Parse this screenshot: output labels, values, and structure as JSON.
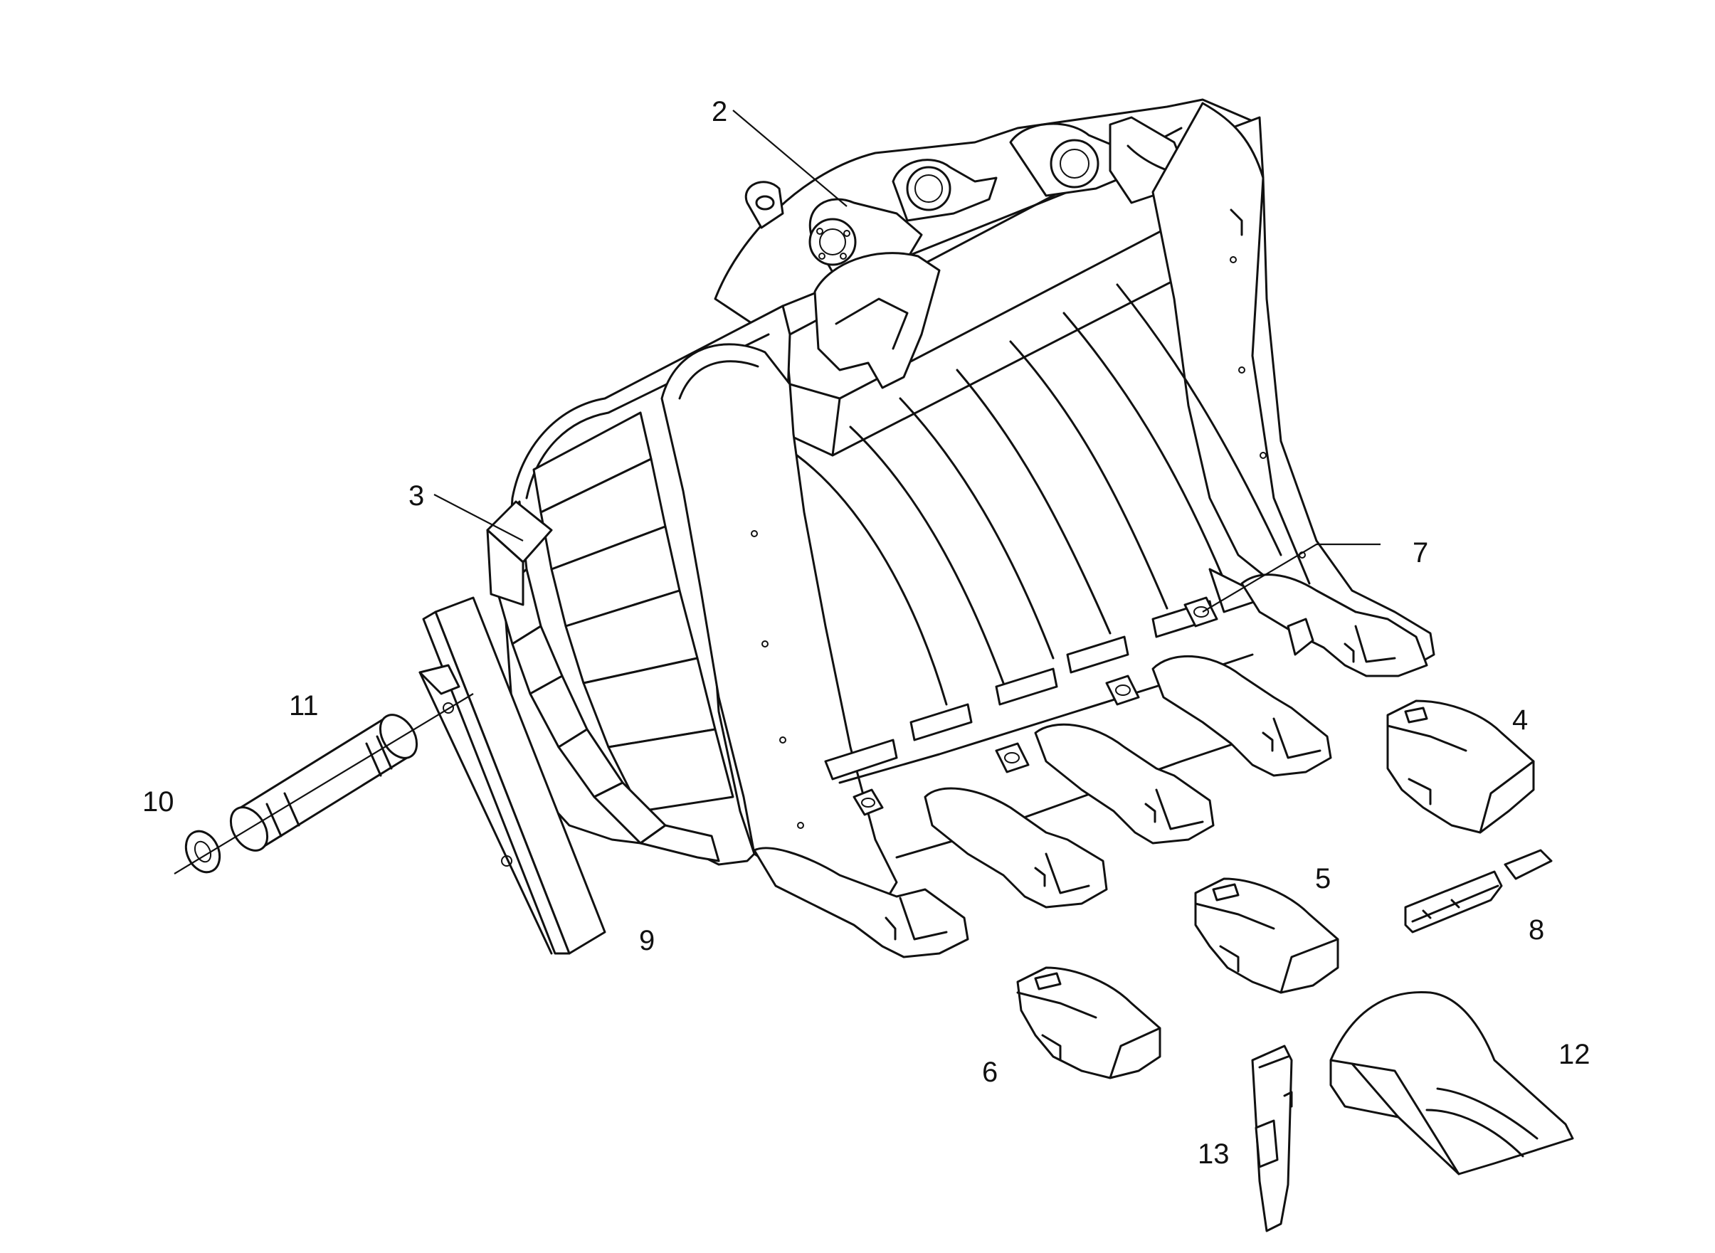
{
  "callouts": [
    {
      "id": "2",
      "label": "2"
    },
    {
      "id": "3",
      "label": "3"
    },
    {
      "id": "4",
      "label": "4"
    },
    {
      "id": "5",
      "label": "5"
    },
    {
      "id": "6",
      "label": "6"
    },
    {
      "id": "7",
      "label": "7"
    },
    {
      "id": "8",
      "label": "8"
    },
    {
      "id": "9",
      "label": "9"
    },
    {
      "id": "10",
      "label": "10"
    },
    {
      "id": "11",
      "label": "11"
    },
    {
      "id": "12",
      "label": "12"
    },
    {
      "id": "13",
      "label": "13"
    }
  ],
  "colors": {
    "line": "#111111",
    "background": "#ffffff"
  }
}
